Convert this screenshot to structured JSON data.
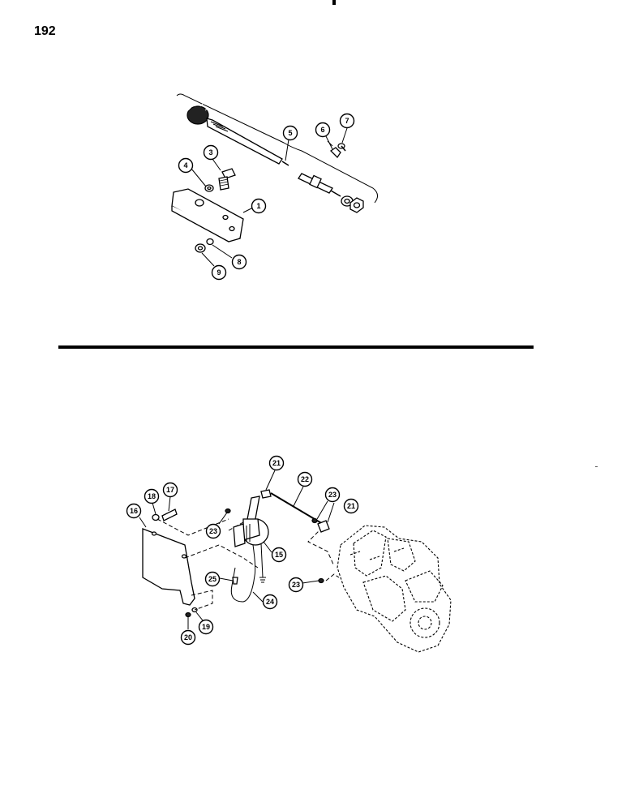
{
  "page": {
    "number": "192"
  },
  "upper_assembly": {
    "callouts": [
      "1",
      "3",
      "4",
      "5",
      "6",
      "7",
      "8",
      "9"
    ]
  },
  "lower_assembly": {
    "callouts": [
      "15",
      "16",
      "17",
      "18",
      "19",
      "20",
      "21",
      "21",
      "22",
      "23",
      "23",
      "23",
      "24",
      "25"
    ]
  }
}
